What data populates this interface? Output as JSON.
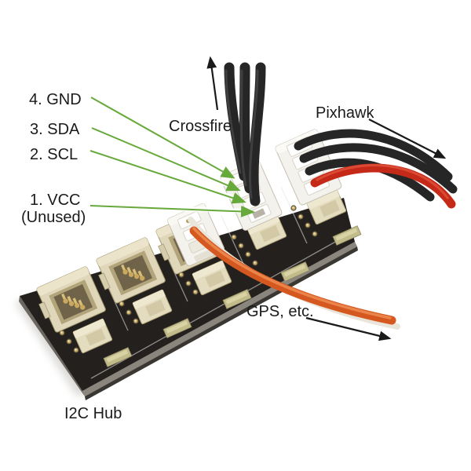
{
  "pin_labels": [
    {
      "id": "gnd",
      "text": "4. GND"
    },
    {
      "id": "sda",
      "text": "3. SDA"
    },
    {
      "id": "scl",
      "text": "2. SCL"
    },
    {
      "id": "vcc",
      "text": "1. VCC",
      "note": "(Unused)"
    }
  ],
  "port_labels": {
    "crossfire": "Crossfire",
    "pixhawk": "Pixhawk",
    "gps": "GPS, etc.",
    "hub": "I2C Hub"
  },
  "colors": {
    "background": "#ffffff",
    "board": "#23201d",
    "board_edge": "#8a857d",
    "connector_beige": "#e0d7ba",
    "connector_white": "#f4f2ec",
    "pin_gold": "#caa95e",
    "wire_black": "#262626",
    "wire_red": "#c52a18",
    "wire_orange": "#d4581f",
    "wire_white": "#e9e5da",
    "leader_green": "#67a93b",
    "annotation": "#1a1a1a"
  }
}
